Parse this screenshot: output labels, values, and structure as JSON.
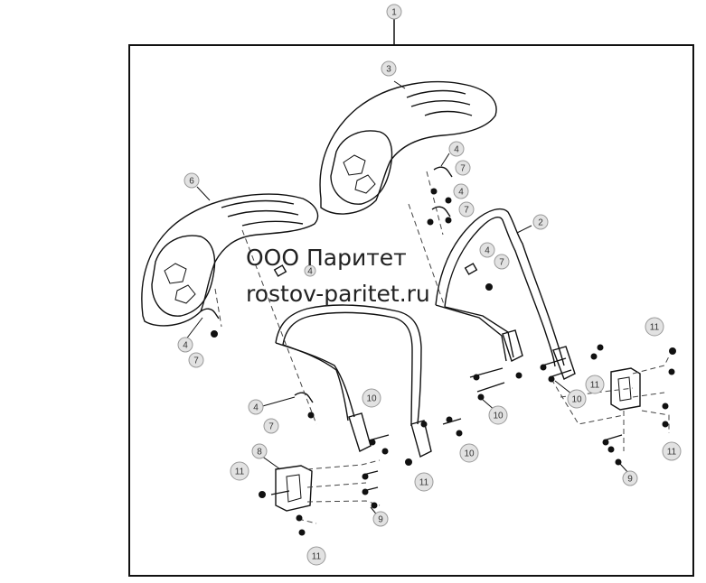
{
  "watermark": {
    "line1": "ООО Паритет",
    "line2": "rostov-paritet.ru"
  },
  "callouts": [
    {
      "id": "c-1",
      "label": "1"
    },
    {
      "id": "c-3",
      "label": "3"
    },
    {
      "id": "c-6",
      "label": "6"
    },
    {
      "id": "c-4a",
      "label": "4"
    },
    {
      "id": "c-7a",
      "label": "7"
    },
    {
      "id": "c-4b",
      "label": "4"
    },
    {
      "id": "c-7b",
      "label": "7"
    },
    {
      "id": "c-2",
      "label": "2"
    },
    {
      "id": "c-4c",
      "label": "4"
    },
    {
      "id": "c-7c",
      "label": "7"
    },
    {
      "id": "c-4d",
      "label": "4"
    },
    {
      "id": "c-4e",
      "label": "4"
    },
    {
      "id": "c-7d",
      "label": "7"
    },
    {
      "id": "c-11a",
      "label": "11"
    },
    {
      "id": "c-4f",
      "label": "4"
    },
    {
      "id": "c-7e",
      "label": "7"
    },
    {
      "id": "c-10a",
      "label": "10"
    },
    {
      "id": "c-10b",
      "label": "10"
    },
    {
      "id": "c-11b",
      "label": "11"
    },
    {
      "id": "c-10c",
      "label": "10"
    },
    {
      "id": "c-10d",
      "label": "10"
    },
    {
      "id": "c-11c",
      "label": "11"
    },
    {
      "id": "c-8",
      "label": "8"
    },
    {
      "id": "c-11d",
      "label": "11"
    },
    {
      "id": "c-9a",
      "label": "9"
    },
    {
      "id": "c-11e",
      "label": "11"
    },
    {
      "id": "c-11f",
      "label": "11"
    },
    {
      "id": "c-9b",
      "label": "9"
    }
  ],
  "colors": {
    "line": "#111111",
    "callout_fill": "#e2e2e2",
    "callout_stroke": "#9a9a9a",
    "callout_text": "#333333",
    "dash": "#444444"
  }
}
